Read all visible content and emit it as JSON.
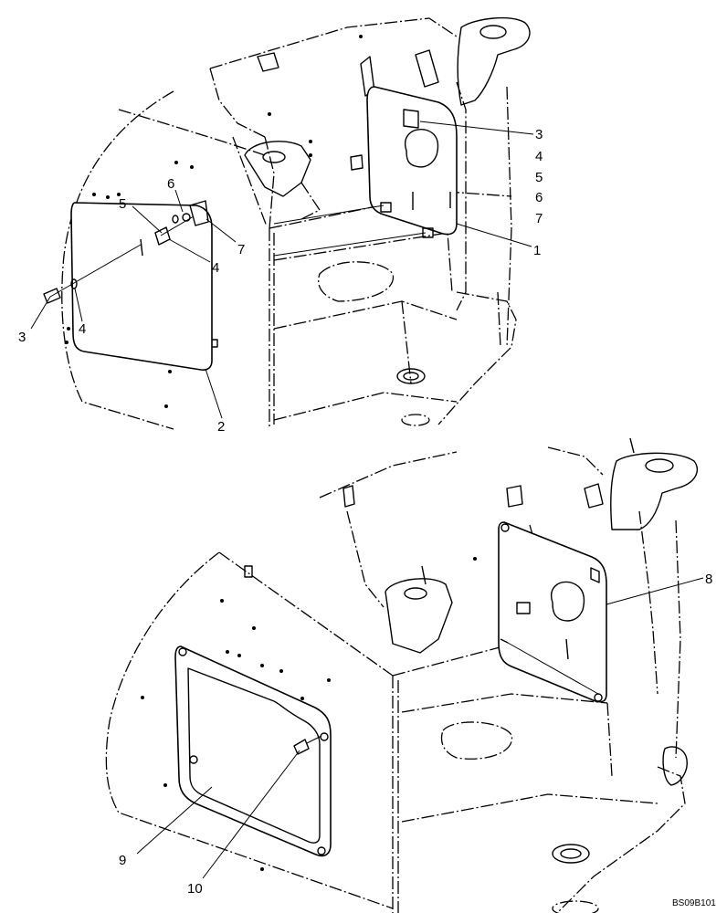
{
  "callouts": {
    "top": {
      "c1": "1",
      "c2": "2",
      "c3a": "3",
      "c3b": "3",
      "c4a": "4",
      "c4b": "4",
      "c4c": "4",
      "c5a": "5",
      "c5b": "5",
      "c6a": "6",
      "c6b": "6",
      "c7a": "7",
      "c7b": "7"
    },
    "bottom": {
      "c8": "8",
      "c9": "9",
      "c10": "10"
    }
  },
  "drawing_code": "BS09B101"
}
